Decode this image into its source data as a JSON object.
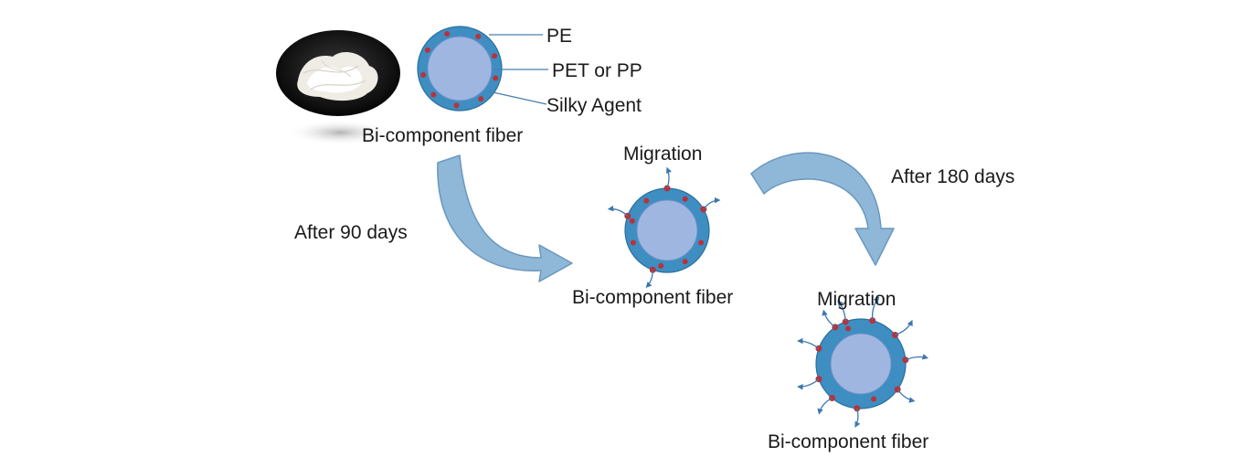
{
  "colors": {
    "shell": "#3e8ec2",
    "shell_stroke": "#2a6f9e",
    "core": "#9fb7e0",
    "core_stroke": "#6e8fc8",
    "agent_dot": "#b8323a",
    "arrow_fill": "#8fb8d8",
    "arrow_stroke": "#6a97bd",
    "leader_line": "#4a7fae",
    "migration_arrow": "#3b78b0",
    "label_text": "#1a1a1a"
  },
  "legend": {
    "pe": "PE",
    "core": "PET or PP",
    "agent": "Silky Agent"
  },
  "stages": [
    {
      "caption": "Bi-component fiber",
      "migration_label": "",
      "photo": "white-fiber-sample-on-black-dish"
    },
    {
      "caption": "Bi-component fiber",
      "migration_label": "Migration"
    },
    {
      "caption": "Bi-component fiber",
      "migration_label": "Migration"
    }
  ],
  "transitions": [
    {
      "label": "After 90 days"
    },
    {
      "label": "After 180 days"
    }
  ]
}
